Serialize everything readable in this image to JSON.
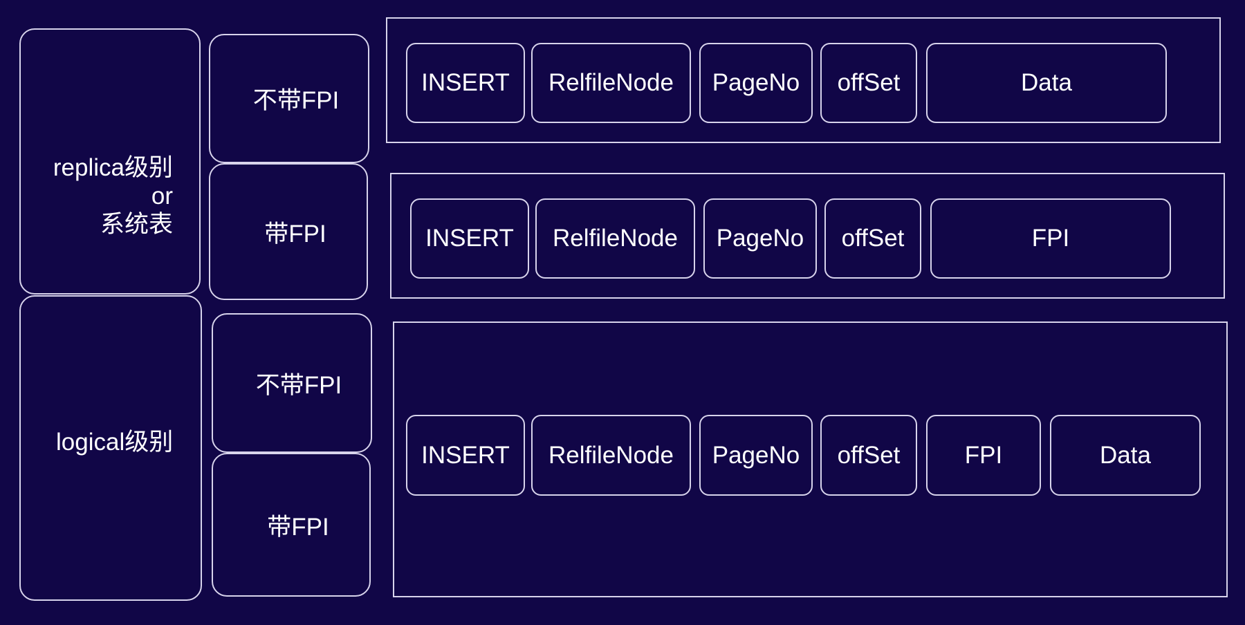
{
  "colors": {
    "background": "#110647",
    "stroke": "#d8d4ec",
    "text": "#ffffff"
  },
  "levels": {
    "replica": {
      "line1": "replica级别",
      "line2": "or",
      "line3": "系统表"
    },
    "logical": {
      "label": "logical级别"
    }
  },
  "fpi_types": {
    "replica_no_fpi": "不带FPI",
    "replica_with_fpi": "带FPI",
    "logical_no_fpi": "不带FPI",
    "logical_with_fpi": "带FPI"
  },
  "records": {
    "row1": [
      "INSERT",
      "RelfileNode",
      "PageNo",
      "offSet",
      "Data"
    ],
    "row2": [
      "INSERT",
      "RelfileNode",
      "PageNo",
      "offSet",
      "FPI"
    ],
    "row3": [
      "INSERT",
      "RelfileNode",
      "PageNo",
      "offSet",
      "FPI",
      "Data"
    ]
  }
}
